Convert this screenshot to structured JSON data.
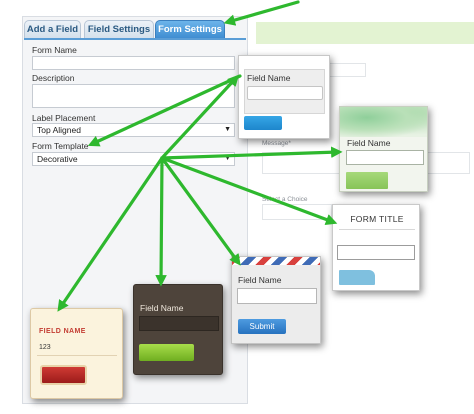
{
  "tabs": [
    {
      "label": "Add a Field"
    },
    {
      "label": "Field Settings"
    },
    {
      "label": "Form Settings"
    }
  ],
  "form_settings": {
    "form_name_label": "Form Name",
    "description_label": "Description",
    "label_placement_label": "Label Placement",
    "label_placement_value": "Top Aligned",
    "form_template_label": "Form Template",
    "form_template_value": "Decorative"
  },
  "background_preview": {
    "message_label": "Message*",
    "choice_label": "Select a Choice"
  },
  "templates": {
    "plain": {
      "field_label": "Field Name"
    },
    "watercolor": {
      "field_label": "Field Name"
    },
    "titled": {
      "title": "FORM TITLE"
    },
    "airmail": {
      "field_label": "Field Name",
      "button_label": "Submit"
    },
    "dark": {
      "field_label": "Field Name"
    },
    "decorative": {
      "field_label": "FIELD NAME",
      "field_value": "123"
    }
  },
  "colors": {
    "arrow": "#2eb82e",
    "active_tab": "#4a9be0",
    "decorative_label": "#c33c32"
  },
  "icons": {
    "dropdown": "chevron-down-icon",
    "annotation": "arrow-icon"
  }
}
